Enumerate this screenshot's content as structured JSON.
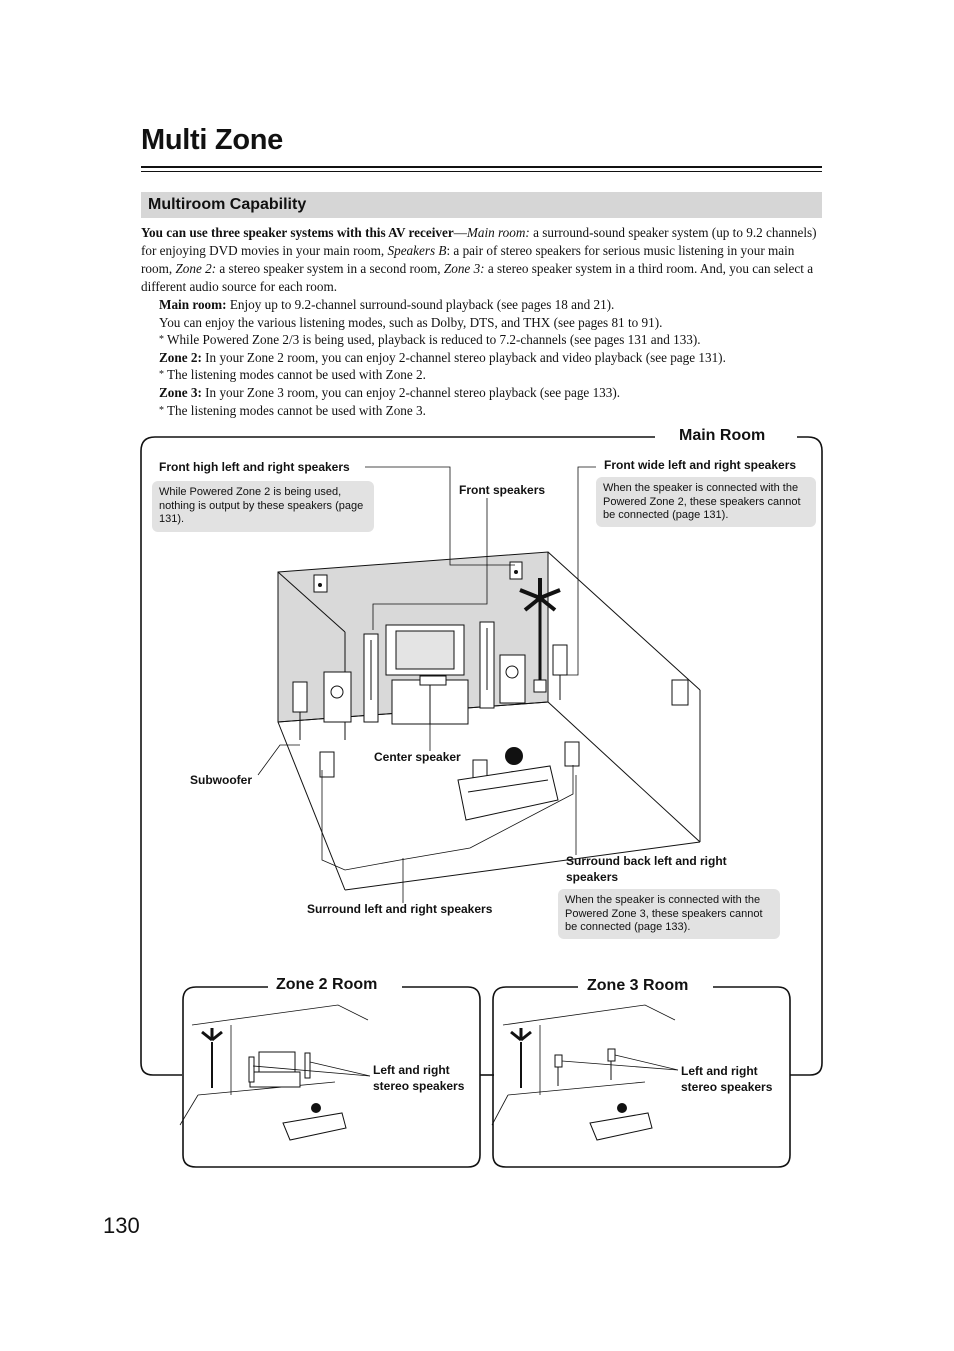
{
  "page": {
    "title": "Multi Zone",
    "section_title": "Multiroom Capability",
    "page_number": "130"
  },
  "intro": {
    "lead_bold": "You can use three speaker systems with this AV receiver",
    "dash": "—",
    "main_room_i": "Main room:",
    "t1": " a surround-sound speaker system (up to 9.2 channels) for enjoying DVD movies in your main room, ",
    "speakers_b_i": "Speakers B",
    "t2": ": a pair of stereo speakers for serious music listening in your main room, ",
    "zone2_i": "Zone 2:",
    "t3": " a stereo speaker system in a second room, ",
    "zone3_i": "Zone 3:",
    "t4": " a stereo speaker system in a third room. And, you can select a different audio source for each room."
  },
  "body": {
    "main_label": "Main room:",
    "main_text": " Enjoy up to 9.2-channel surround-sound playback (see pages 18 and 21).",
    "modes_text": "You can enjoy the various listening modes, such as Dolby, DTS, and THX (see pages 81 to 91).",
    "star": "*",
    "powered_note": "While Powered Zone 2/3 is being used, playback is reduced to 7.2-channels (see pages 131 and 133).",
    "zone2_label": "Zone 2:",
    "zone2_text": " In your Zone 2 room, you can enjoy 2-channel stereo playback and video playback (see page 131).",
    "zone2_note": "The listening modes cannot be used with Zone 2.",
    "zone3_label": "Zone 3:",
    "zone3_text": " In your Zone 3 room, you can enjoy 2-channel stereo playback (see page 133).",
    "zone3_note": "The listening modes cannot be used with Zone 3."
  },
  "diagram": {
    "main_room_title": "Main Room",
    "front_high_label": "Front high left and right speakers",
    "front_high_note": "While Powered Zone 2 is being used, nothing is output by these speakers (page 131).",
    "front_speakers_label": "Front speakers",
    "front_wide_label": "Front wide left and right speakers",
    "front_wide_note": "When the speaker is connected with the Powered Zone 2, these speakers cannot be connected (page 131).",
    "center_label": "Center speaker",
    "subwoofer_label": "Subwoofer",
    "surround_back_label": "Surround back left and right speakers",
    "surround_back_note": "When the speaker is connected with the Powered Zone 3, these speakers cannot be connected (page 133).",
    "surround_label": "Surround left and right speakers",
    "zone2_title": "Zone 2 Room",
    "zone2_speakers_label": "Left and right stereo speakers",
    "zone3_title": "Zone 3 Room",
    "zone3_speakers_label": "Left and right stereo speakers"
  }
}
